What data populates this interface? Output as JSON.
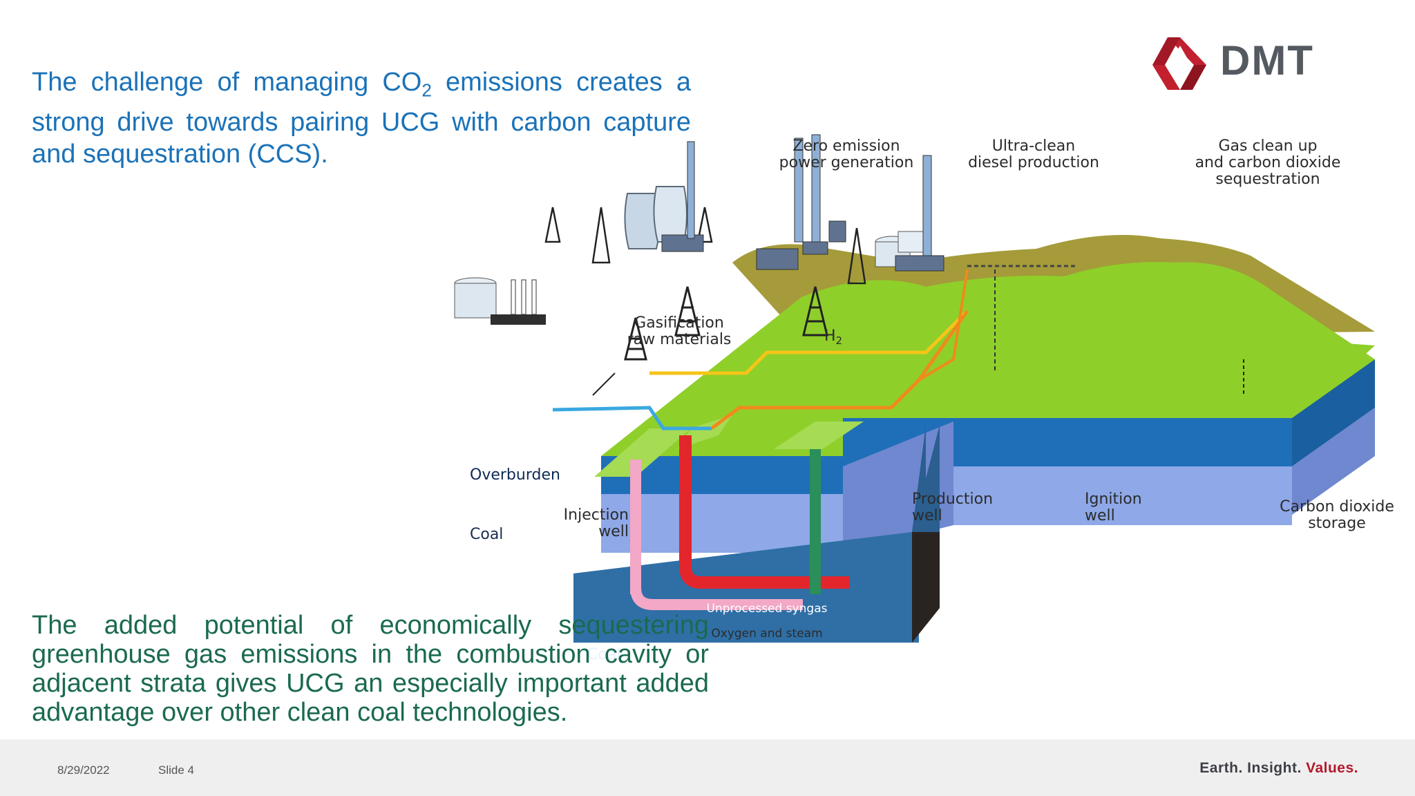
{
  "brand": {
    "name": "DMT",
    "accent": "#c2202f",
    "text_color": "#555a61"
  },
  "intro": {
    "before_sub": "The challenge of managing CO",
    "sub": "2",
    "after_sub": " emissions creates a strong drive towards pairing UCG with carbon capture and sequestration (CCS)."
  },
  "outro": {
    "text": "The added potential of economically sequestering greenhouse gas emissions in the combustion cavity or adjacent strata gives UCG an especially important added advantage over other clean coal technologies."
  },
  "diagram": {
    "labels": {
      "zero_emission": [
        "Zero emission",
        "power generation"
      ],
      "ultra_clean": [
        "Ultra-clean",
        "diesel production"
      ],
      "gas_clean": [
        "Gas clean up",
        "and carbon dioxide",
        "sequestration"
      ],
      "gasification": [
        "Gasification",
        "raw materials"
      ],
      "h2": "H",
      "h2_sub": "2",
      "overburden": "Overburden",
      "coal_upper": "Coal",
      "coal_lower": "Coal",
      "injection": [
        "Injection",
        "well"
      ],
      "production": [
        "Production",
        "well"
      ],
      "ignition": [
        "Ignition",
        "well"
      ],
      "co2_storage": [
        "Carbon dioxide",
        "storage"
      ],
      "syngas": "Unprocessed syngas",
      "oxygen": "Oxygen and steam"
    },
    "colors": {
      "ground": "#8fcf2a",
      "overburden": "#1f6fb8",
      "coal": "#8ea8e8",
      "deep_coal": "#2f6fa6",
      "syngas": "#e3262b",
      "oxygen": "#f2a8c6",
      "ignition": "#2a8f5a",
      "h2_line": "#f5c518",
      "co2_line": "#3aa8e0",
      "syngas_line": "#f08a1c"
    }
  },
  "footer": {
    "date": "8/29/2022",
    "slide": "Slide 4",
    "tagline_main": "Earth. Insight. ",
    "tagline_accent": "Values."
  }
}
